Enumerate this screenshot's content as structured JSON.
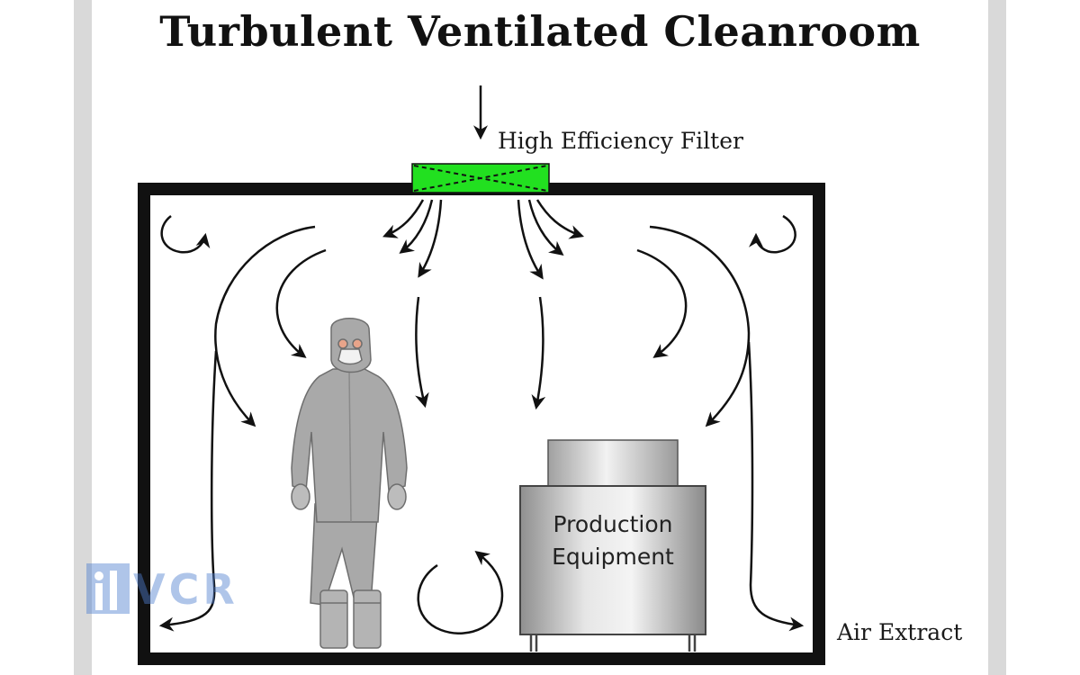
{
  "title": "Turbulent Ventilated Cleanroom",
  "labels": {
    "filter": "High Efficiency Filter",
    "extract": "Air Extract",
    "equipment_line1": "Production",
    "equipment_line2": "Equipment"
  },
  "logo": {
    "text": "VCR"
  },
  "colors": {
    "filter": "#22e020",
    "walls": "#111111",
    "suit": "#a9a9a9",
    "equipment": "#b5b5b5",
    "frame": "#d9d9d9",
    "logo": "#4f7fd0"
  },
  "icons": [
    "cleanroom-worker-icon",
    "production-equipment-icon",
    "airflow-arrow-icon",
    "vcr-logo-icon"
  ]
}
